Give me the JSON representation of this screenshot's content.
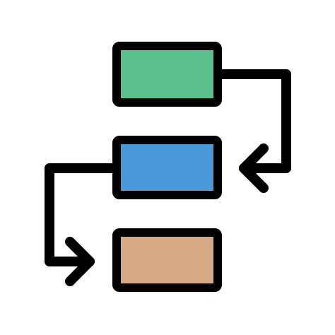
{
  "icon": {
    "name": "flowchart-icon",
    "stroke_color": "#000000",
    "boxes": [
      {
        "name": "box-top",
        "fill": "#5cbf8e"
      },
      {
        "name": "box-middle",
        "fill": "#4a98d8"
      },
      {
        "name": "box-bottom",
        "fill": "#d6a886"
      }
    ],
    "connectors": [
      {
        "name": "arrow-top-to-middle",
        "from": "box-top",
        "to": "box-middle"
      },
      {
        "name": "arrow-middle-to-bottom",
        "from": "box-middle",
        "to": "box-bottom"
      }
    ]
  }
}
